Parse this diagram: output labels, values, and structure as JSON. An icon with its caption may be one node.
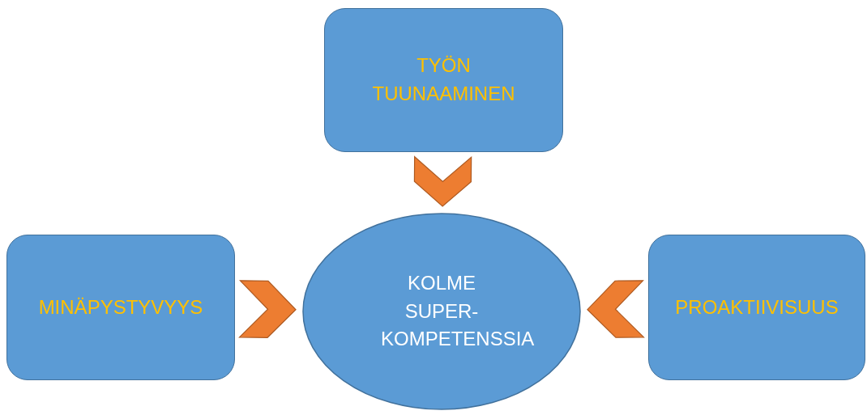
{
  "diagram": {
    "nodes": [
      {
        "text": [
          "TYÖN TUUNAAMINEN"
        ]
      },
      {
        "text": [
          "MINÄPYSTYVYYS"
        ]
      },
      {
        "text": [
          "KOLME SUPER- KOMPETENSSIA"
        ]
      },
      {
        "text": [
          "PROAKTIIVISUUS"
        ]
      }
    ],
    "edges": [
      {
        "from": 0,
        "to": 2,
        "arrow": "to"
      },
      {
        "from": 1,
        "to": 2,
        "arrow": "to"
      },
      {
        "from": 3,
        "to": 2,
        "arrow": "to"
      }
    ]
  }
}
